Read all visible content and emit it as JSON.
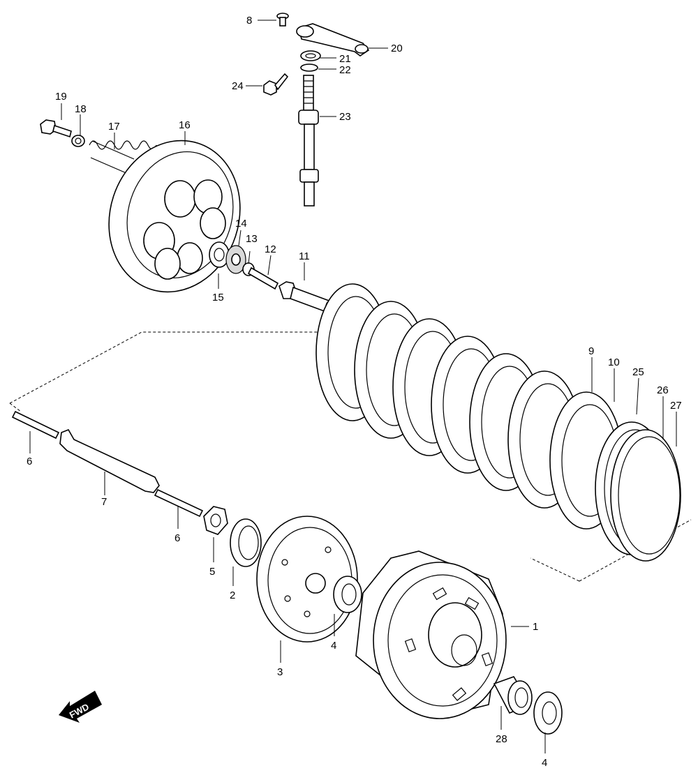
{
  "callouts": [
    {
      "id": "c8",
      "label": "8"
    },
    {
      "id": "c20",
      "label": "20"
    },
    {
      "id": "c21",
      "label": "21"
    },
    {
      "id": "c22",
      "label": "22"
    },
    {
      "id": "c24",
      "label": "24"
    },
    {
      "id": "c23",
      "label": "23"
    },
    {
      "id": "c19",
      "label": "19"
    },
    {
      "id": "c18",
      "label": "18"
    },
    {
      "id": "c17",
      "label": "17"
    },
    {
      "id": "c16",
      "label": "16"
    },
    {
      "id": "c14",
      "label": "14"
    },
    {
      "id": "c13",
      "label": "13"
    },
    {
      "id": "c12",
      "label": "12"
    },
    {
      "id": "c15",
      "label": "15"
    },
    {
      "id": "c11",
      "label": "11"
    },
    {
      "id": "c9",
      "label": "9"
    },
    {
      "id": "c10",
      "label": "10"
    },
    {
      "id": "c25",
      "label": "25"
    },
    {
      "id": "c26",
      "label": "26"
    },
    {
      "id": "c27",
      "label": "27"
    },
    {
      "id": "c6a",
      "label": "6"
    },
    {
      "id": "c7",
      "label": "7"
    },
    {
      "id": "c6b",
      "label": "6"
    },
    {
      "id": "c5",
      "label": "5"
    },
    {
      "id": "c2",
      "label": "2"
    },
    {
      "id": "c3",
      "label": "3"
    },
    {
      "id": "c4a",
      "label": "4"
    },
    {
      "id": "c1",
      "label": "1"
    },
    {
      "id": "c28",
      "label": "28"
    },
    {
      "id": "c4b",
      "label": "4"
    }
  ],
  "fwd_label": "FWD"
}
